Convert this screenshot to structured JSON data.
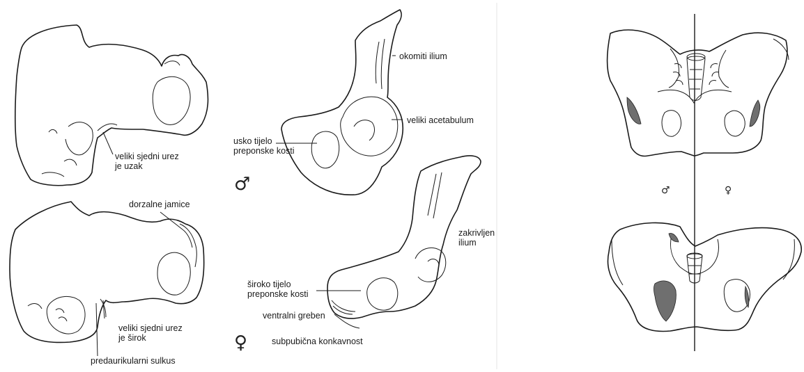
{
  "labels": {
    "male_sciatic_notch_line1": "veliki sjedni urez",
    "male_sciatic_notch_line2": "je uzak",
    "dorsal_pits": "dorzalne jamice",
    "female_sciatic_notch_line1": "veliki sjedni urez",
    "female_sciatic_notch_line2": "je širok",
    "preauricular_sulcus": "predaurikularni sulkus",
    "vertical_ilium": "okomiti ilium",
    "large_acetabulum": "veliki acetabulum",
    "narrow_pubic_body_line1": "usko tijelo",
    "narrow_pubic_body_line2": "preponske kosti",
    "curved_ilium_line1": "zakrivljen",
    "curved_ilium_line2": "ilium",
    "wide_pubic_body_line1": "široko tijelo",
    "wide_pubic_body_line2": "preponske kosti",
    "ventral_arc": "ventralni greben",
    "subpubic_concavity": "subpubična konkavnost"
  },
  "symbols": {
    "male": "♂",
    "female": "♀",
    "male_small": "♂",
    "female_small": "♀"
  }
}
